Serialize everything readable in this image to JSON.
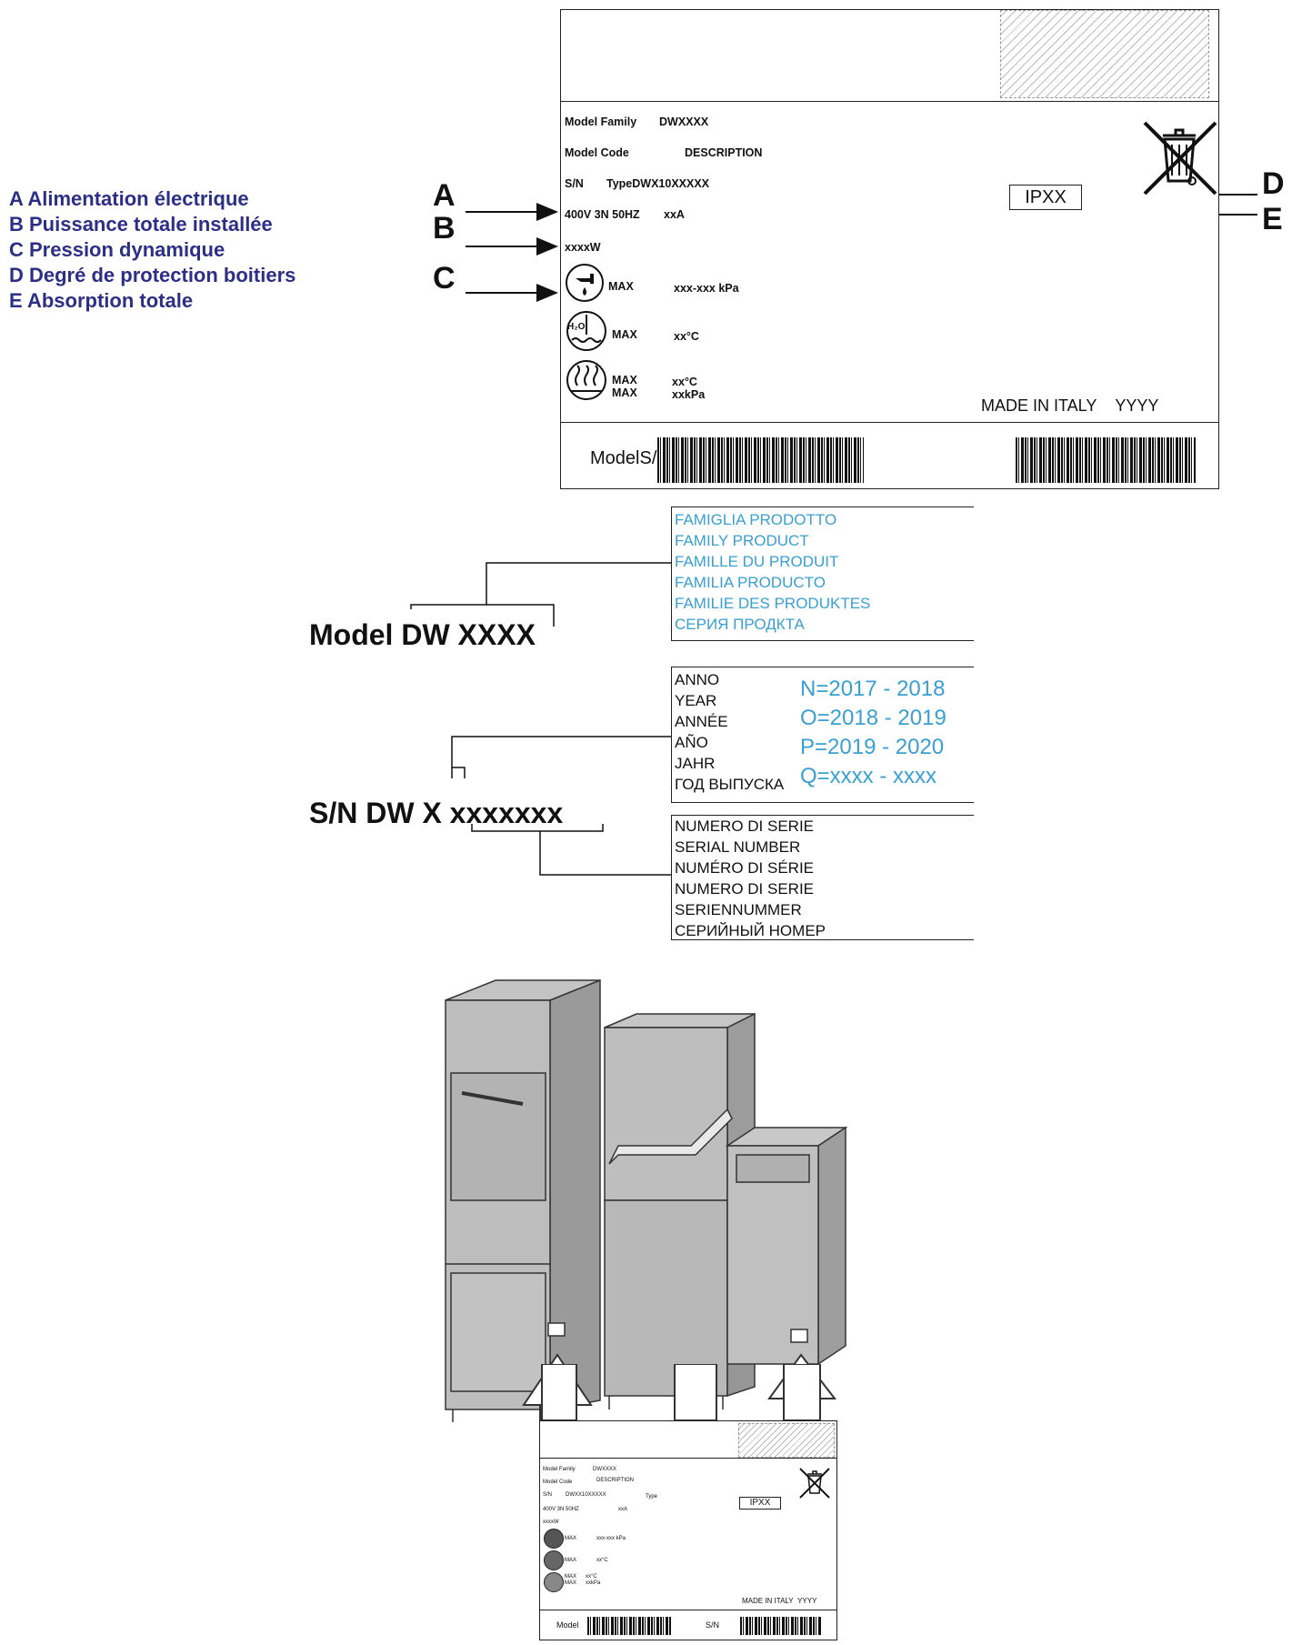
{
  "legend": [
    "A Alimentation électrique",
    "B Puissance totale installée",
    "C Pression dynamique",
    "D Degré de protection boitiers",
    "E Absorption totale"
  ],
  "plate": {
    "model_family_label": "Model Family",
    "model_family_value": "DWXXXX",
    "model_code_label": "Model Code",
    "model_code_value": "DESCRIPTION",
    "sn_label": "S/N",
    "sn_value": "TypeDWX10XXXXX",
    "power_supply": "400V 3N 50HZ",
    "current": "xxA",
    "power": "xxxxW",
    "max": "MAX",
    "pressure": "xxx-xxx kPa",
    "h2o": "H₂O",
    "temp": "xx°C",
    "boiler_temp": "xx°C",
    "boiler_pressure": "xxkPa",
    "ip_rating": "IPXX",
    "made_in": "MADE IN ITALY",
    "year": "YYYY",
    "barcode_label": "ModelS/N"
  },
  "pointers": {
    "a": "A",
    "b": "B",
    "c": "C",
    "d": "D",
    "e": "E"
  },
  "model_decode": {
    "prefix": "Model",
    "code": "DW XXXX",
    "family_labels": [
      "FAMIGLIA PRODOTTO",
      "FAMILY PRODUCT",
      "FAMILLE DU PRODUIT",
      "FAMILIA PRODUCTO",
      "FAMILIE DES PRODUKTES",
      "СЕРИЯ ПРОДКТА"
    ]
  },
  "sn_decode": {
    "prefix": "S/N DW",
    "year_letter": "X",
    "serial": "xxxxxxx",
    "year_labels": [
      "ANNO",
      "YEAR",
      "ANNÉE",
      "AÑO",
      "JAHR",
      "ГОД ВЫПУСКА"
    ],
    "year_codes": [
      "N=2017 - 2018",
      "O=2018 - 2019",
      "P=2019 - 2020",
      "Q=xxxx - xxxx"
    ],
    "serial_labels": [
      "NUMERO DI SERIE",
      "SERIAL NUMBER",
      "NUMÉRO DI SÉRIE",
      "NUMERO DI SERIE",
      "SERIENNUMMER",
      "СЕРИЙНЫЙ НОМЕР"
    ]
  },
  "small_plate": {
    "model_family_label": "Model Family",
    "model_family_value": "DWXXXX",
    "model_code_label": "Model Code",
    "model_code_value": "DESCRIPTION",
    "sn_label": "S/N",
    "sn_value": "DWXX10XXXXX",
    "type_label": "Type",
    "power_supply": "400V 3N 50HZ",
    "current": "xxA",
    "power": "xxxxW",
    "max": "MAX",
    "pressure": "xxx-xxx kPa",
    "temp": "xx°C",
    "boiler_temp": "xx°C",
    "boiler_pressure": "xxkPa",
    "ip_rating": "IPXX",
    "made_in": "MADE IN ITALY",
    "year": "YYYY",
    "model_label": "Model",
    "sn_footer": "S/N"
  }
}
